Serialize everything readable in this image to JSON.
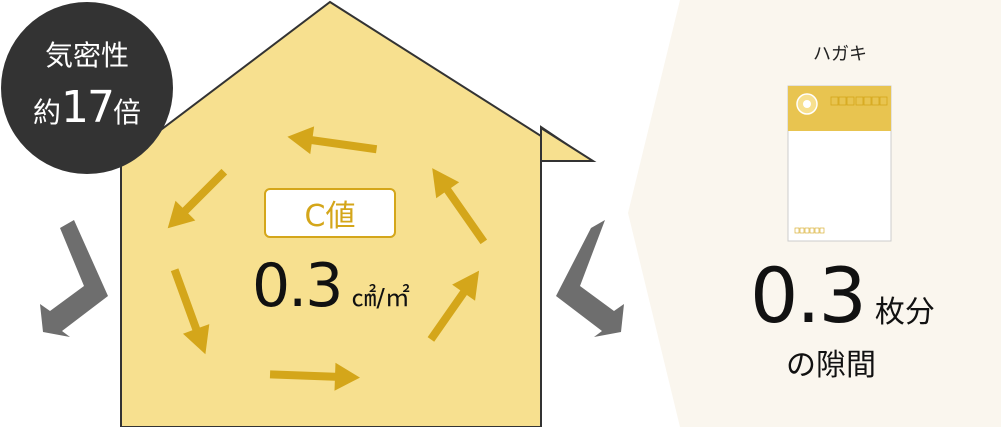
{
  "badge": {
    "line1": "気密性",
    "line2_prefix": "約",
    "line2_number": "17",
    "line2_suffix": "倍"
  },
  "house": {
    "c_value_label": "C値",
    "c_value_number": "0.3",
    "c_value_unit": "㎠/㎡"
  },
  "postcard": {
    "label": "ハガキ",
    "count_number": "0.3",
    "count_unit": "枚分",
    "gap_text": "の隙間"
  },
  "colors": {
    "house_fill": "#f7e08f",
    "house_stroke": "#333333",
    "arrow_gold": "#d4a61a",
    "arrow_gray": "#6e6e6e",
    "badge_bg": "#333333",
    "panel_bg": "#faf6ee",
    "postcard_header": "#e8c450"
  }
}
